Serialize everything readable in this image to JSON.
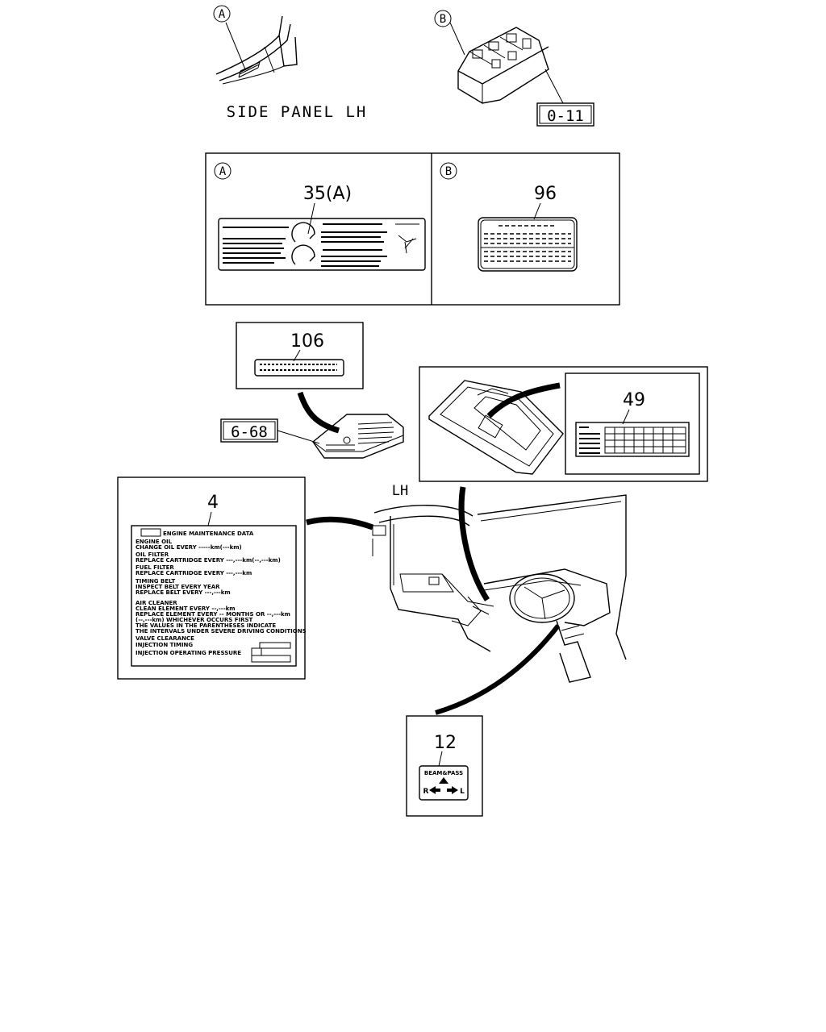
{
  "callouts": {
    "a": "A",
    "b": "B"
  },
  "labels": {
    "side_panel": "SIDE PANEL LH",
    "lh": "LH"
  },
  "refs": {
    "r0_11": "0-11",
    "r6_68": "6-68"
  },
  "parts": {
    "p35": "35(A)",
    "p96": "96",
    "p106": "106",
    "p49": "49",
    "p4": "4",
    "p12": "12"
  },
  "label4": {
    "title": "ENGINE MAINTENANCE DATA",
    "lines": [
      "ENGINE OIL",
      "CHANGE OIL EVERY -----km(---km)",
      "OIL FILTER",
      "REPLACE CARTRIDGE EVERY ---,---km(--,---km)",
      "FUEL FILTER",
      "REPLACE CARTRIDGE EVERY ---,---km",
      "TIMING BELT",
      "INSPECT BELT EVERY YEAR",
      "REPLACE BELT EVERY ---,---km",
      "AIR CLEANER",
      "CLEAN ELEMENT EVERY --,---km",
      "REPLACE ELEMENT EVERY -- MONTHS OR --,---km",
      "(--,---km) WHICHEVER OCCURS FIRST",
      "THE VALUES IN THE PARENTHESES INDICATE",
      "THE INTERVALS UNDER SEVERE DRIVING CONDITIONS",
      "VALVE CLEARANCE",
      "INJECTION TIMING",
      "INJECTION OPERATING PRESSURE"
    ]
  },
  "label12": {
    "top": "BEAM&PASS",
    "left": "R",
    "right": "L"
  }
}
